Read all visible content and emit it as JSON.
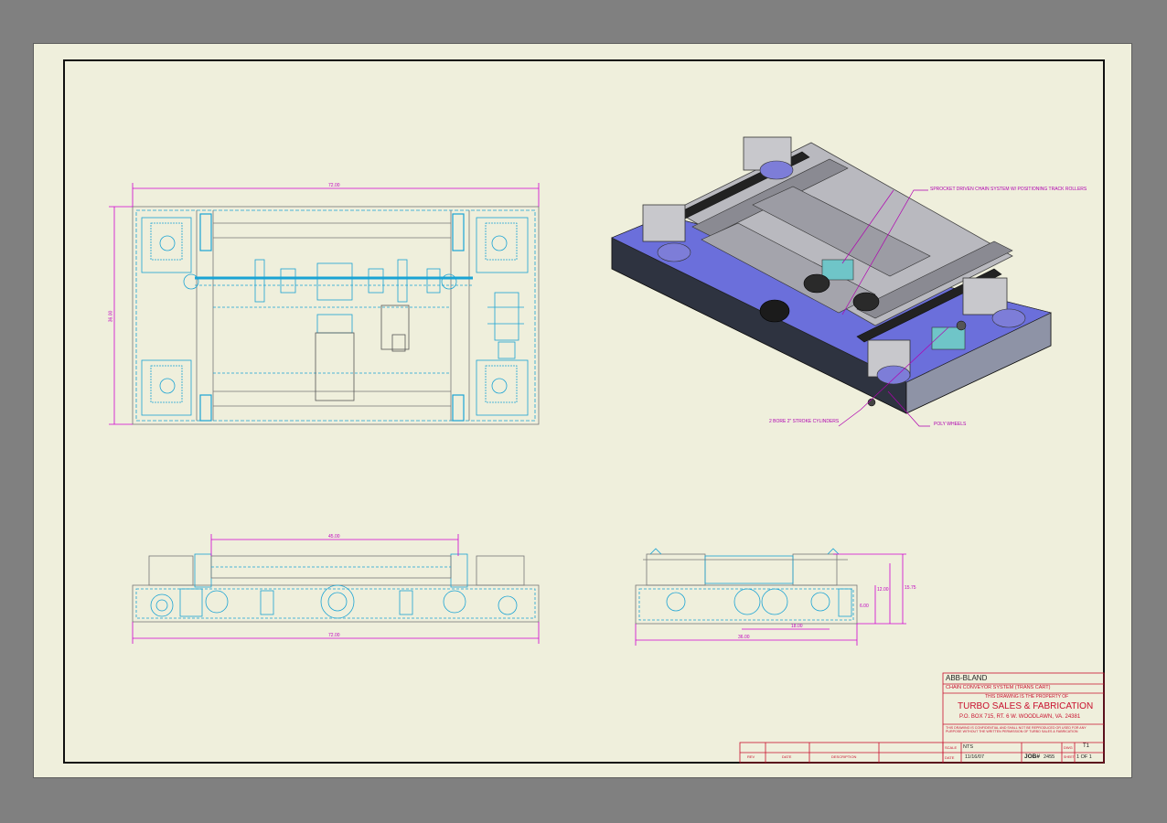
{
  "title_block": {
    "company": "ABB-BLAND",
    "drawing_title": "CHAIN CONVEYOR SYSTEM (TRANS CART)",
    "property_note": "THIS DRAWING IS THE PROPERTY OF",
    "firm": "TURBO SALES & FABRICATION",
    "address": "P.O. BOX 715, RT. 6 W. WOODLAWN, VA. 24381",
    "notice": "THIS DRAWING IS CONFIDENTIAL AND SHALL NOT BE REPRODUCED OR USED FOR ANY PURPOSE WITHOUT THE WRITTEN PERMISSION OF TURBO SALES & FABRICATION",
    "scale_label": "SCALE",
    "scale_value": "NTS",
    "date_label": "DATE",
    "date_value": "11/16/07",
    "job_label": "JOB#",
    "job_value": "2455",
    "sheet_label": "SHEET",
    "sheet_value": "1 OF 1",
    "dwg_label": "DWG",
    "dwg_value": "T1",
    "rev_cols": [
      "REV",
      "DATE",
      "DESCRIPTION"
    ]
  },
  "dimensions": {
    "top_width": "72.00",
    "top_height": "36.00",
    "front_inner": "45.00",
    "front_overall": "72.00",
    "side_h1": "15.75",
    "side_h2": "12.00",
    "side_h3": "6.00",
    "side_inner": "18.00",
    "side_overall": "36.00"
  },
  "callouts": {
    "chain": "SPROCKET DRIVEN CHAIN SYSTEM W/ POSITIONING TRACK ROLLERS",
    "cylinders": "2 BORE 2\" STROKE CYLINDERS",
    "wheels": "POLY WHEELS"
  },
  "colors": {
    "background": "#808080",
    "sheet": "#efefdc",
    "hidden_lines": "#1aa3d4",
    "dimension": "#d000d0",
    "title_red": "#c8102e",
    "frame_gray": "#a9a9ad",
    "iso_blue": "#5b5fcf"
  }
}
